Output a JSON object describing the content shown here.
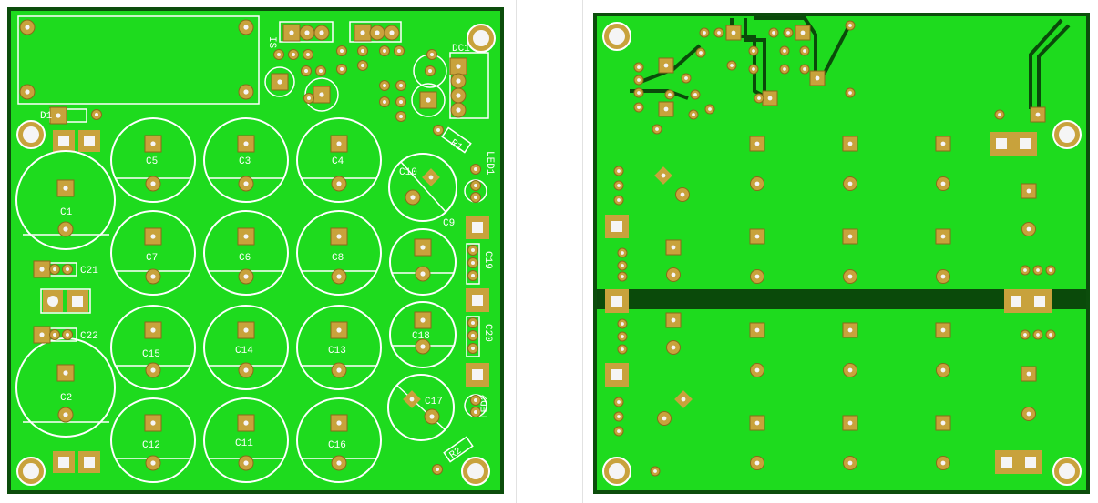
{
  "views": {
    "top": {
      "labels": {
        "IS": "IS",
        "D1": "D1",
        "DC1": "DC1",
        "C5": "C5",
        "C3": "C3",
        "C4": "C4",
        "C10": "C10",
        "C1": "C1",
        "C7": "C7",
        "C6": "C6",
        "C8": "C8",
        "C9": "C9",
        "C19": "C19",
        "C21": "C21",
        "C22": "C22",
        "C15": "C15",
        "C14": "C14",
        "C13": "C13",
        "C18": "C18",
        "C20": "C20",
        "C2": "C2",
        "C17": "C17",
        "C12": "C12",
        "C11": "C11",
        "C16": "C16",
        "LED1": "LED1",
        "LED2": "LED2",
        "R1": "R1",
        "R2": "R2"
      }
    },
    "bottom": {}
  },
  "colors": {
    "board": "#1edb1e",
    "board_edge": "#0c4d0c",
    "copper": "#c8a23c",
    "silk": "#ffffff",
    "trace_dark": "#0a4a0a"
  }
}
